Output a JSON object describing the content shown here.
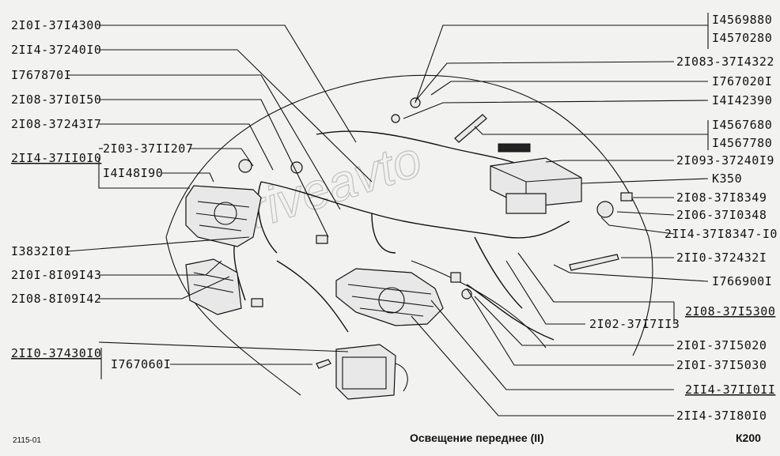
{
  "labels_left": [
    {
      "id": "l1",
      "text": "2I0I-37I4300",
      "underline": false
    },
    {
      "id": "l2",
      "text": "2II4-37240I0",
      "underline": false
    },
    {
      "id": "l3",
      "text": "I767870I",
      "underline": false
    },
    {
      "id": "l4",
      "text": "2I08-37I0I50",
      "underline": false
    },
    {
      "id": "l5",
      "text": "2I08-37243I7",
      "underline": false
    },
    {
      "id": "l6",
      "text": "2I03-37II207",
      "underline": false
    },
    {
      "id": "l7",
      "text": "2II4-37II0I0",
      "underline": true
    },
    {
      "id": "l8",
      "text": "I4I48I90",
      "underline": false
    },
    {
      "id": "l9",
      "text": "I3832I0I",
      "underline": false
    },
    {
      "id": "l10",
      "text": "2I0I-8I09I43",
      "underline": false
    },
    {
      "id": "l11",
      "text": "2I08-8I09I42",
      "underline": false
    },
    {
      "id": "l12",
      "text": "2II0-37430I0",
      "underline": true
    },
    {
      "id": "l13",
      "text": "I767060I",
      "underline": false
    }
  ],
  "labels_right": [
    {
      "id": "r1",
      "text": "I4569880",
      "underline": false
    },
    {
      "id": "r2",
      "text": "I4570280",
      "underline": false
    },
    {
      "id": "r3",
      "text": "2I083-37I4322",
      "underline": false
    },
    {
      "id": "r4",
      "text": "I767020I",
      "underline": false
    },
    {
      "id": "r5",
      "text": "I4I42390",
      "underline": false
    },
    {
      "id": "r6",
      "text": "I4567680",
      "underline": false
    },
    {
      "id": "r7",
      "text": "I4567780",
      "underline": false
    },
    {
      "id": "r8",
      "text": "2I093-37240I9",
      "underline": false
    },
    {
      "id": "r9",
      "text": "К350",
      "underline": false
    },
    {
      "id": "r10",
      "text": "2I08-37I8349",
      "underline": false
    },
    {
      "id": "r11",
      "text": "2I06-37I0348",
      "underline": false
    },
    {
      "id": "r12",
      "text": "2II4-37I8347-I0",
      "underline": false
    },
    {
      "id": "r13",
      "text": "2II0-372432I",
      "underline": false
    },
    {
      "id": "r14",
      "text": "I766900I",
      "underline": false
    },
    {
      "id": "r15",
      "text": "2I08-37I5300",
      "underline": true
    },
    {
      "id": "r16",
      "text": "2I02-37I7II3",
      "underline": false
    },
    {
      "id": "r17",
      "text": "2I0I-37I5020",
      "underline": false
    },
    {
      "id": "r18",
      "text": "2I0I-37I5030",
      "underline": false
    },
    {
      "id": "r19",
      "text": "2II4-37II0II",
      "underline": true
    },
    {
      "id": "r20",
      "text": "2II4-37I80I0",
      "underline": false
    }
  ],
  "footer": {
    "model_code": "2115-01",
    "title": "Освещение переднее (II)",
    "page_code": "К200"
  },
  "watermark": "driveavto"
}
